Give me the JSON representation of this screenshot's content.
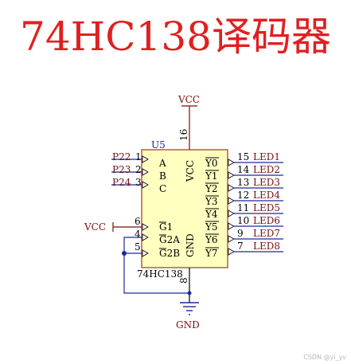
{
  "title": "74HC138译码器",
  "colors": {
    "title": "#e02020",
    "body_fill": "#ffffc0",
    "body_stroke": "#9a3a20",
    "wire_blue": "#1a2a9a",
    "wire_dark": "#7a0f0f",
    "junction": "#1a2a9a"
  },
  "ic": {
    "designator": "U5",
    "part": "74HC138",
    "inner_labels": [
      "A",
      "B",
      "C",
      "VCC",
      "G1",
      "G2A",
      "G2B",
      "GND"
    ],
    "outputs": [
      "Y0",
      "Y1",
      "Y2",
      "Y3",
      "Y4",
      "Y5",
      "Y6",
      "Y7"
    ]
  },
  "inputs": [
    {
      "net": "P22",
      "pin": "1"
    },
    {
      "net": "P23",
      "pin": "2"
    },
    {
      "net": "P24",
      "pin": "3"
    }
  ],
  "enable_pins": [
    {
      "net": "VCC",
      "pin": "6"
    },
    {
      "net": "",
      "pin": "4"
    },
    {
      "net": "",
      "pin": "5"
    }
  ],
  "output_pins": [
    {
      "pin": "15",
      "net": "LED1"
    },
    {
      "pin": "14",
      "net": "LED2"
    },
    {
      "pin": "13",
      "net": "LED3"
    },
    {
      "pin": "12",
      "net": "LED4"
    },
    {
      "pin": "11",
      "net": "LED5"
    },
    {
      "pin": "10",
      "net": "LED6"
    },
    {
      "pin": "9",
      "net": "LED7"
    },
    {
      "pin": "7",
      "net": "LED8"
    }
  ],
  "power": {
    "vcc_label": "VCC",
    "vcc_pin": "16",
    "gnd_label": "GND",
    "gnd_pin": "8"
  },
  "watermark": "CSDN @yi_yv"
}
